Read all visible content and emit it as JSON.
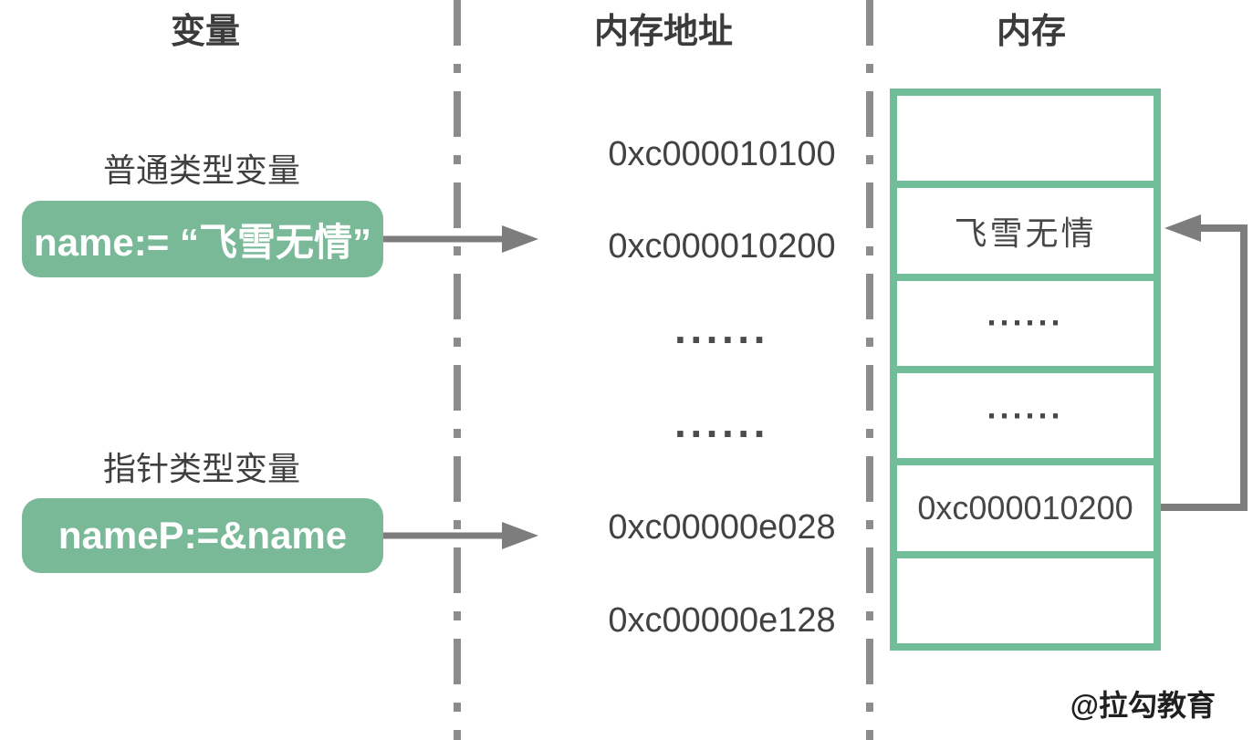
{
  "headers": {
    "variable": "变量",
    "memory_address": "内存地址",
    "memory": "内存"
  },
  "variables": {
    "normal": {
      "label": "普通类型变量",
      "code": "name:= “飞雪无情”"
    },
    "pointer": {
      "label": "指针类型变量",
      "code": "nameP:=&name"
    }
  },
  "addresses": [
    "0xc000010100",
    "0xc000010200",
    "······",
    "······",
    "0xc00000e028",
    "0xc00000e128"
  ],
  "memory_cells": [
    "",
    "飞雪无情",
    "······",
    "······",
    "0xc000010200",
    ""
  ],
  "watermark": "@拉勾教育",
  "colors": {
    "box_green": "#79b998",
    "table_border_green": "#72bd99",
    "arrow_gray": "#7d7d7d",
    "dashed_line_gray": "#8c8c8c",
    "heading_text": "#3b3b3b",
    "body_text": "#424242",
    "background": "#ffffff"
  }
}
